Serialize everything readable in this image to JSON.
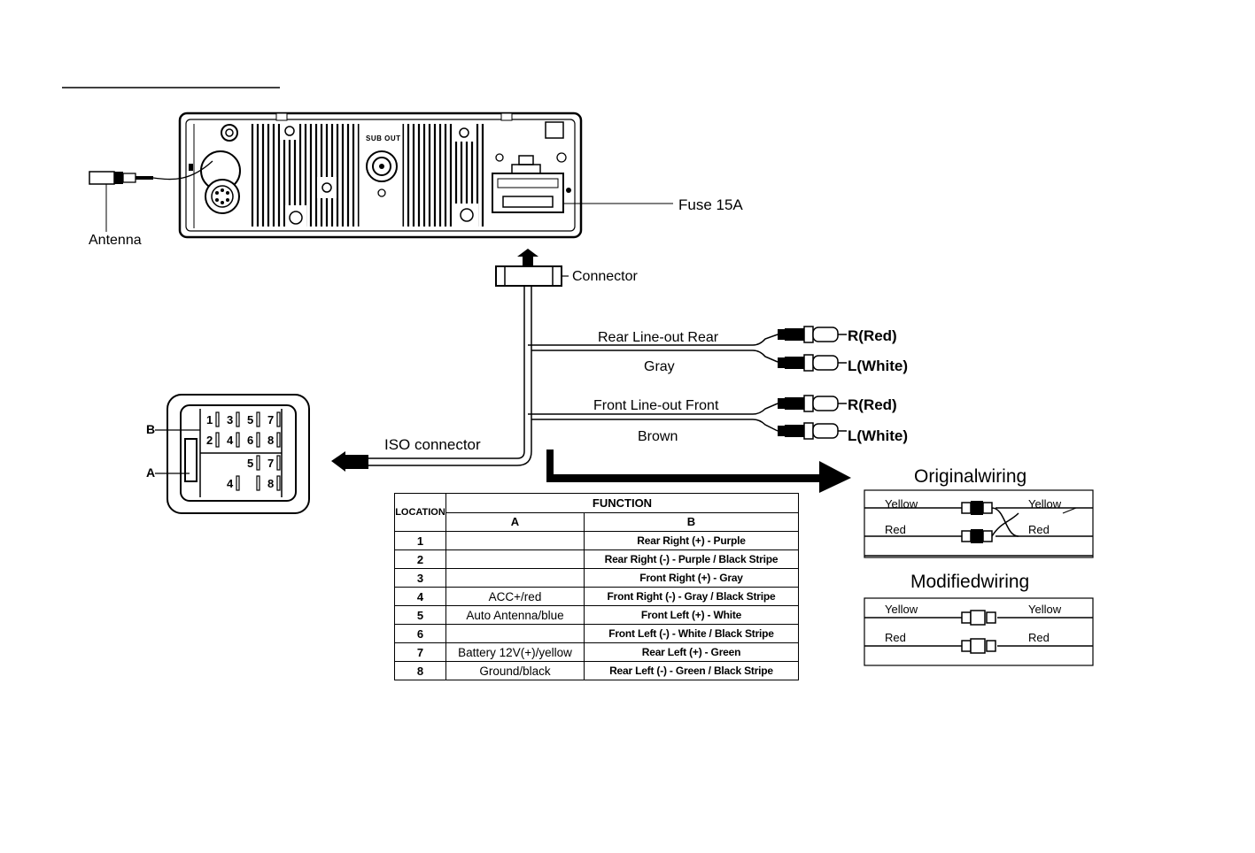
{
  "labels": {
    "antenna": "Antenna",
    "fuse": "Fuse 15A",
    "connector": "Connector",
    "rear_line_out": "Rear Line-out Rear",
    "gray": "Gray",
    "front_line_out": "Front Line-out Front",
    "brown": "Brown",
    "iso_connector": "ISO connector",
    "r_red_1": "R(Red)",
    "l_white_1": "L(White)",
    "r_red_2": "R(Red)",
    "l_white_2": "L(White)",
    "sub_out": "SUB OUT"
  },
  "iso_block": {
    "label_b": "B",
    "label_a": "A",
    "row_b1": [
      "1",
      "3",
      "5",
      "7"
    ],
    "row_b2": [
      "2",
      "4",
      "6",
      "8"
    ],
    "row_a1": [
      "5",
      "7"
    ],
    "row_a2": [
      "4",
      "8"
    ]
  },
  "table": {
    "location_header": "LOCATION",
    "function_header": "FUNCTION",
    "col_a": "A",
    "col_b": "B",
    "rows": [
      {
        "loc": "1",
        "a": "",
        "b": "Rear Right (+) - Purple"
      },
      {
        "loc": "2",
        "a": "",
        "b": "Rear Right (-) - Purple / Black Stripe"
      },
      {
        "loc": "3",
        "a": "",
        "b": "Front Right (+) - Gray"
      },
      {
        "loc": "4",
        "a": "ACC+/red",
        "b": "Front Right (-) - Gray / Black Stripe"
      },
      {
        "loc": "5",
        "a": "Auto Antenna/blue",
        "b": "Front Left (+) - White"
      },
      {
        "loc": "6",
        "a": "",
        "b": "Front Left (-) - White / Black Stripe"
      },
      {
        "loc": "7",
        "a": "Battery 12V(+)/yellow",
        "b": "Rear Left (+) - Green"
      },
      {
        "loc": "8",
        "a": "Ground/black",
        "b": "Rear Left (-) - Green / Black Stripe"
      }
    ]
  },
  "wiring": {
    "original_title": "Originalwiring",
    "modified_title": "Modifiedwiring",
    "yellow_left_1": "Yellow",
    "yellow_right_1": "Yellow",
    "red_left_1": "Red",
    "red_right_1": "Red",
    "yellow_left_2": "Yellow",
    "yellow_right_2": "Yellow",
    "red_left_2": "Red",
    "red_right_2": "Red"
  }
}
